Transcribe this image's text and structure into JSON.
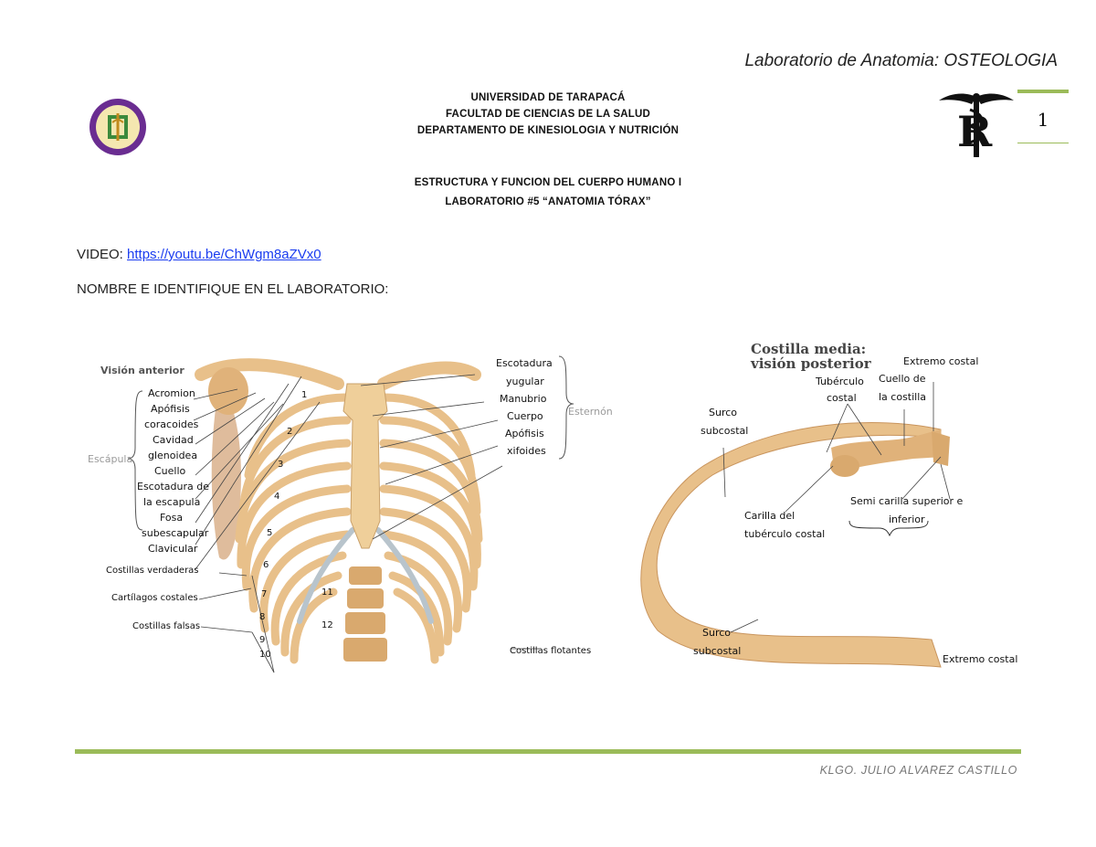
{
  "header": {
    "running_title": "Laboratorio de Anatomia: OSTEOLOGIA",
    "page_number": "1"
  },
  "institution": {
    "line1": "UNIVERSIDAD DE TARAPACÁ",
    "line2": "FACULTAD DE CIENCIAS DE LA SALUD",
    "line3": "DEPARTAMENTO DE KINESIOLOGIA Y NUTRICIÓN"
  },
  "course": {
    "title": "ESTRUCTURA Y FUNCION DEL CUERPO HUMANO I",
    "lab": "LABORATORIO #5 “ANATOMIA TÓRAX”"
  },
  "video": {
    "label": "VIDEO: ",
    "link": "https://youtu.be/ChWgm8aZVx0"
  },
  "instruction": "NOMBRE E IDENTIFIQUE EN EL LABORATORIO:",
  "figure_left": {
    "view_title": "Visión anterior",
    "escapula_group_label": "Escápula",
    "esternon_group_label": "Esternón",
    "scapula_labels": [
      "Acromion",
      "Apófisis",
      "coracoides",
      "Cavidad",
      "glenoidea",
      "Cuello",
      "Escotadura de",
      "la escapula",
      "Fosa",
      "subescapular",
      "Clavicular"
    ],
    "rib_labels": [
      "Costillas verdaderas",
      "Cartílagos costales",
      "Costillas falsas"
    ],
    "sternum_labels": [
      "Escotadura",
      "yugular",
      "Manubrio",
      "Cuerpo",
      "Apófisis",
      "xifoides"
    ],
    "floating": "Costillas flotantes",
    "rib_numbers": [
      "1",
      "2",
      "3",
      "4",
      "5",
      "6",
      "7",
      "8",
      "9",
      "10",
      "11",
      "12"
    ]
  },
  "figure_right": {
    "title_line1": "Costilla media:",
    "title_line2": "visión posterior",
    "labels": {
      "extremo_top": "Extremo costal",
      "cuello1": "Cuello de",
      "cuello2": "la costilla",
      "tuberculo1": "Tubérculo",
      "tuberculo2": "costal",
      "surco_top1": "Surco",
      "surco_top2": "subcostal",
      "semi1": "Semi carilla superior e",
      "semi2": "inferior",
      "carilla1": "Carilla del",
      "carilla2": "tubérculo costal",
      "surco_bot1": "Surco",
      "surco_bot2": "subcostal",
      "extremo_bottom": "Extremo costal"
    }
  },
  "footer": {
    "author": "KLGO. JULIO ALVAREZ CASTILLO"
  },
  "colors": {
    "accent_green": "#9bbb59",
    "bone": "#e8c08a",
    "cartilage": "#b8c4cc",
    "link_blue": "#1a3cf0"
  }
}
